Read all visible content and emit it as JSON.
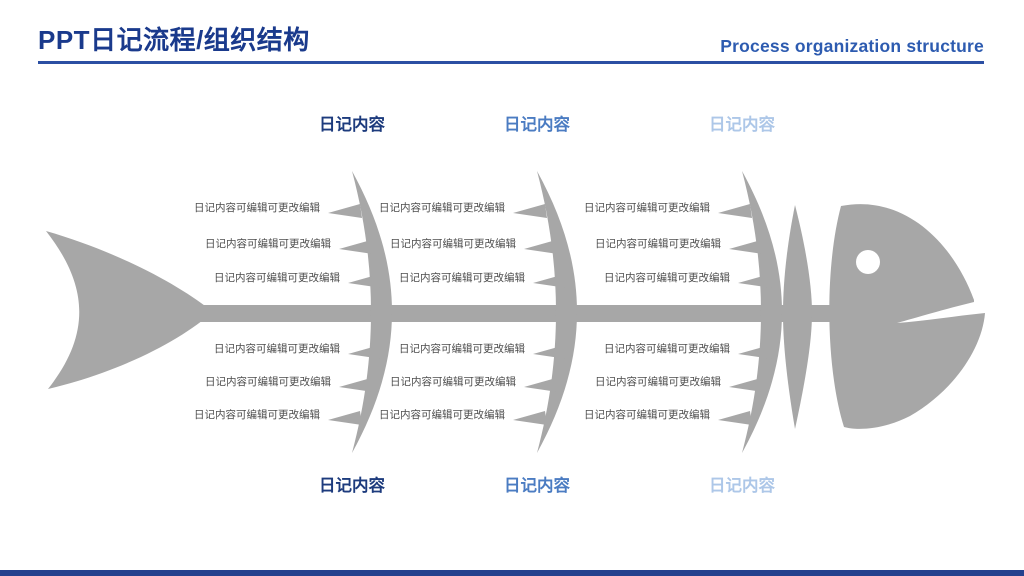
{
  "slide": {
    "title": "PPT日记流程/组织结构",
    "subtitle": "Process organization structure",
    "rib_label": "日记内容可编辑可更改编辑",
    "branches": {
      "top": [
        "日记内容",
        "日记内容",
        "日记内容"
      ],
      "bottom": [
        "日记内容",
        "日记内容",
        "日记内容"
      ]
    },
    "colors": {
      "title": "#1a3a8c",
      "subtitle": "#2d5bb0",
      "rule": "#2b4fa3",
      "fish_gray": "#a7a7a7",
      "rib_text": "#4c4c4c",
      "branch_dark": "#1d3b7d",
      "branch_medium": "#4b7cc2",
      "branch_light": "#adc7e8",
      "footer_bar": "#24418e"
    }
  }
}
